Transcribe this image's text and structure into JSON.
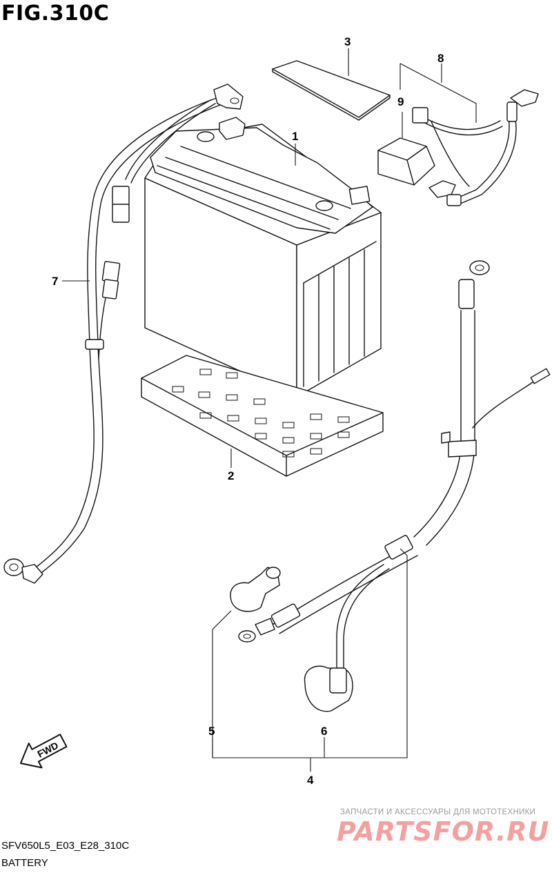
{
  "figure": {
    "title": "FIG.310C",
    "model_code": "SFV650L5_E03_E28_310C",
    "name": "BATTERY"
  },
  "callouts": [
    "1",
    "2",
    "3",
    "4",
    "5",
    "6",
    "7",
    "8",
    "9"
  ],
  "direction_arrow": {
    "label": "FWD",
    "icon": "forward-arrow-icon"
  },
  "watermark": {
    "subtitle": "ЗАПЧАСТИ И АКСЕССУАРЫ ДЛЯ МОТОТЕХНИКИ",
    "logo": "PARTSFOR.RU"
  }
}
